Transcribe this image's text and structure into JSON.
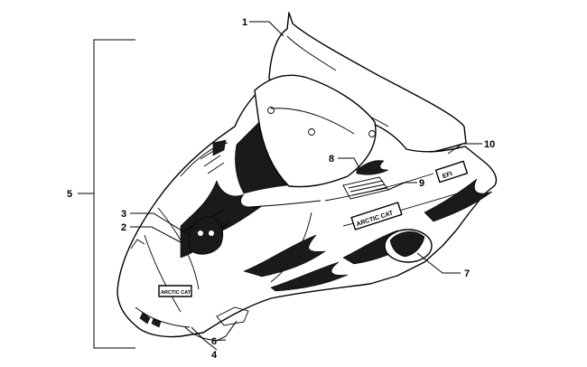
{
  "callouts": [
    {
      "id": "1",
      "text": "1"
    },
    {
      "id": "2",
      "text": "2"
    },
    {
      "id": "3",
      "text": "3"
    },
    {
      "id": "4",
      "text": "4"
    },
    {
      "id": "5",
      "text": "5"
    },
    {
      "id": "6",
      "text": "6"
    },
    {
      "id": "7",
      "text": "7"
    },
    {
      "id": "8",
      "text": "8"
    },
    {
      "id": "9",
      "text": "9"
    },
    {
      "id": "10",
      "text": "10"
    }
  ],
  "decals": {
    "brand_side": "ARCTIC CAT",
    "brand_nose": "ARCTIC CAT",
    "efi": "EFI"
  },
  "colors": {
    "line": "#000000",
    "background": "#ffffff"
  }
}
